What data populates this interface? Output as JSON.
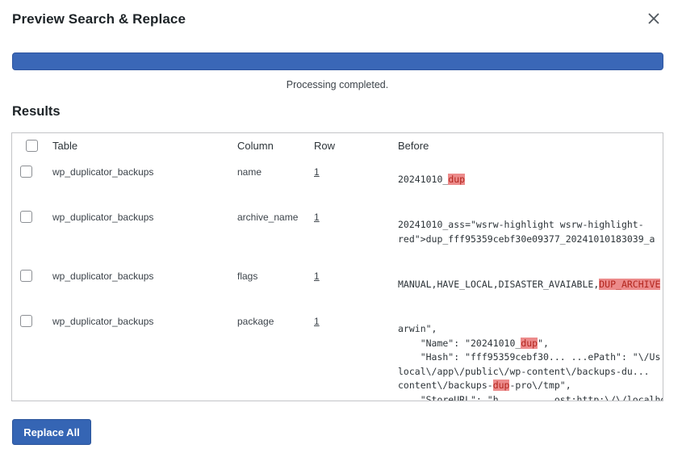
{
  "dialog": {
    "title": "Preview Search & Replace",
    "status_text": "Processing completed.",
    "progress_percent": 100,
    "results_heading": "Results",
    "replace_all_label": "Replace All"
  },
  "table": {
    "headers": {
      "table": "Table",
      "column": "Column",
      "row": "Row",
      "before": "Before"
    },
    "rows": [
      {
        "table": "wp_duplicator_backups",
        "column": "name",
        "row": "1",
        "before": [
          "20241010_",
          "dup"
        ]
      },
      {
        "table": "wp_duplicator_backups",
        "column": "archive_name",
        "row": "1",
        "before_line1": "20241010_ass=\"wsrw-highlight wsrw-highlight-",
        "before_line2": "red\">dup_fff95359cebf30e09377_20241010183039_a"
      },
      {
        "table": "wp_duplicator_backups",
        "column": "flags",
        "row": "1",
        "before": [
          "MANUAL,HAVE_LOCAL,DISASTER_AVAIABLE,",
          "DUP_ARCHIVE"
        ]
      },
      {
        "table": "wp_duplicator_backups",
        "column": "package",
        "row": "1",
        "before_line1": "arwin\",",
        "before_line2": [
          "    \"Name\": \"20241010_",
          "dup",
          "\","
        ],
        "before_line3": "    \"Hash\": \"fff95359cebf30... ...ePath\": \"\\/Us",
        "before_line4": "local\\/app\\/public\\/wp-content\\/backups-du...",
        "before_line5": [
          "content\\/backups-",
          "dup",
          "-pro\\/tmp\","
        ],
        "before_line6": "    \"StoreURL\": \"h...    ...ost:http:\\/\\/localhost"
      }
    ]
  },
  "colors": {
    "accent": "#3565b4",
    "highlight_bg": "#ec8b8b",
    "highlight_text": "#b3261e"
  },
  "icons": [
    "close-icon"
  ]
}
